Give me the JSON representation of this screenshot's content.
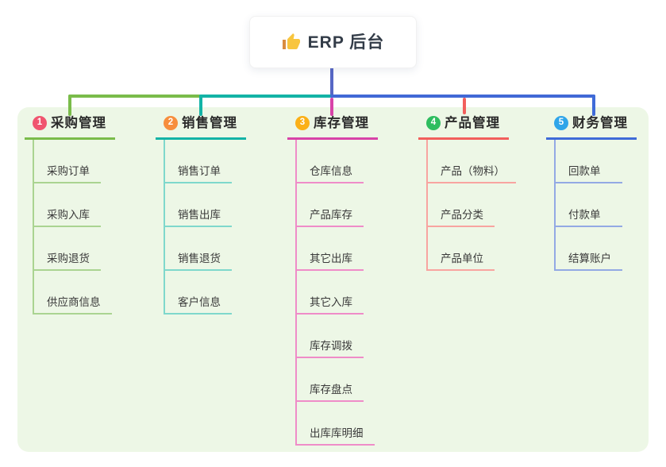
{
  "root": {
    "label": "ERP 后台",
    "icon": "thumbs-up-icon"
  },
  "colors": {
    "canvas_bg": "#ffffff",
    "panel_bg": "#edf7e6",
    "root_line": "#5767c5",
    "trunk_blue": "#4169d6"
  },
  "branches": [
    {
      "number": "1",
      "title": "采购管理",
      "badge_color": "#f0556f",
      "line_color": "#7abc4a",
      "child_line_color": "#aad491",
      "children": [
        "采购订单",
        "采购入库",
        "采购退货",
        "供应商信息"
      ]
    },
    {
      "number": "2",
      "title": "销售管理",
      "badge_color": "#f78e3d",
      "line_color": "#13b3a6",
      "child_line_color": "#7fd8cc",
      "children": [
        "销售订单",
        "销售出库",
        "销售退货",
        "客户信息"
      ]
    },
    {
      "number": "3",
      "title": "库存管理",
      "badge_color": "#fbb017",
      "line_color": "#d843a8",
      "child_line_color": "#ef8cc8",
      "children": [
        "仓库信息",
        "产品库存",
        "其它出库",
        "其它入库",
        "库存调拨",
        "库存盘点",
        "出库库明细"
      ]
    },
    {
      "number": "4",
      "title": "产品管理",
      "badge_color": "#2ebd5f",
      "line_color": "#f25f5c",
      "child_line_color": "#f8a4a0",
      "children": [
        "产品（物料）",
        "产品分类",
        "产品单位"
      ]
    },
    {
      "number": "5",
      "title": "财务管理",
      "badge_color": "#2fa5e9",
      "line_color": "#3f6bd8",
      "child_line_color": "#93a9e4",
      "children": [
        "回款单",
        "付款单",
        "结算账户"
      ]
    }
  ]
}
